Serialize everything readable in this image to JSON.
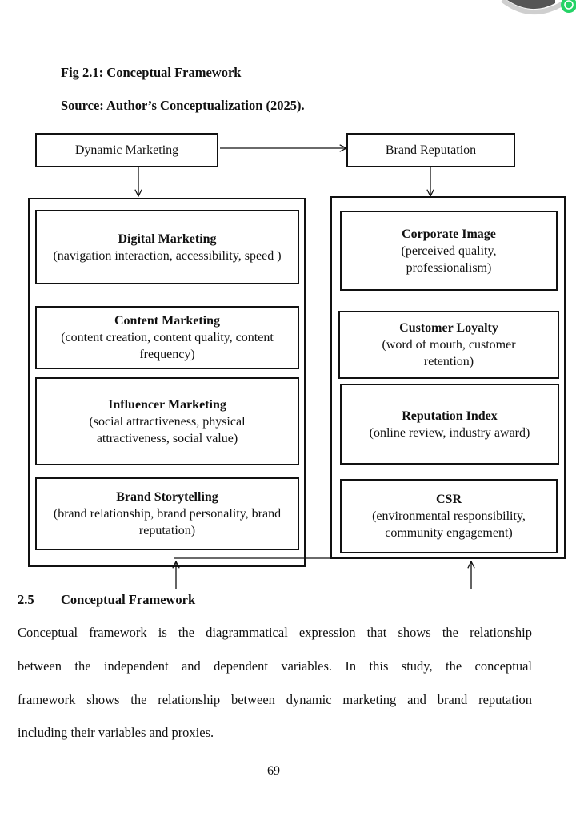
{
  "figure": {
    "caption": "Fig 2.1: Conceptual Framework",
    "source": "Source: Author’s Conceptualization (2025).",
    "headers": {
      "left": "Dynamic Marketing",
      "right": "Brand Reputation"
    },
    "left_items": [
      {
        "title": "Digital Marketing",
        "desc": "(navigation interaction, accessibility, speed )"
      },
      {
        "title": "Content Marketing",
        "desc": "(content creation, content quality, content frequency)"
      },
      {
        "title": "Influencer Marketing",
        "desc": "(social attractiveness, physical attractiveness, social value)"
      },
      {
        "title": "Brand Storytelling",
        "desc": "(brand relationship, brand personality, brand reputation)"
      }
    ],
    "right_items": [
      {
        "title": "Corporate Image",
        "desc": "(perceived quality, professionalism)"
      },
      {
        "title": "Customer Loyalty",
        "desc": "(word of mouth, customer retention)"
      },
      {
        "title": "Reputation Index",
        "desc": "(online review, industry award)"
      },
      {
        "title": "CSR",
        "desc": "(environmental responsibility, community engagement)"
      }
    ]
  },
  "section": {
    "number": "2.5",
    "title": "Conceptual Framework",
    "lines": [
      "Conceptual framework is the diagrammatical expression that shows the relationship",
      "between the independent and dependent variables. In this study, the conceptual",
      "framework shows the relationship between dynamic marketing and brand reputation"
    ],
    "last_line": "including their variables and proxies."
  },
  "page_number": "69",
  "colors": {
    "ink": "#111111",
    "badge": "#25D366"
  },
  "icons": {
    "corner": "whatsapp-icon"
  }
}
